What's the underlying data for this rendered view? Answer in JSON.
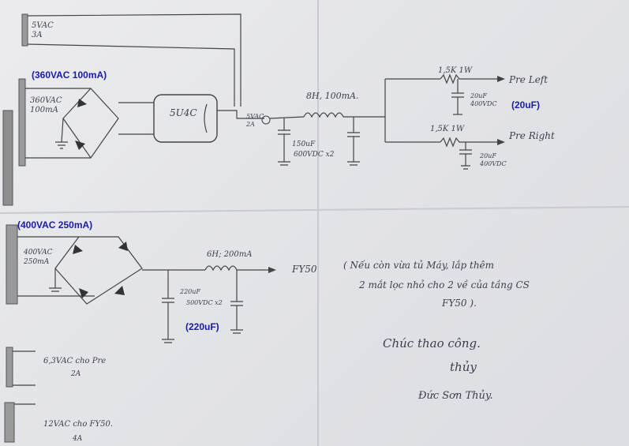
{
  "annotations": {
    "a1": "(360VAC 100mA)",
    "a2": "(20uF)",
    "a3": "(400VAC 250mA)",
    "a4": "(220uF)"
  },
  "labels": {
    "sec_5v": "5VAC",
    "sec_5v_amp": "3A",
    "sec_360_v": "360VAC",
    "sec_360_a": "100mA",
    "tube1": "5U4C",
    "heater_v": "5VAC",
    "heater_a": "2A",
    "choke1": "8H, 100mA.",
    "cap1_v": "150uF",
    "cap1_r": "600VDC x2",
    "res1": "1,5K 1W",
    "res2": "1,5K 1W",
    "pre_left": "Pre Left",
    "pre_right": "Pre Right",
    "cap2_v": "20uF",
    "cap2_r": "400VDC",
    "cap3_v": "20uF",
    "cap3_r": "400VDC",
    "sec_400_v": "400VAC",
    "sec_400_a": "250mA",
    "choke2": "6H; 200mA",
    "fy50": "FY50",
    "cap4_v": "220uF",
    "cap4_r": "500VDC x2",
    "sec_63": "6,3VAC cho Pre",
    "sec_63_a": "2A",
    "sec_12": "12VAC cho FY50.",
    "sec_12_a": "4A",
    "note_1": "( Nếu còn vừa tủ Máy, lắp thêm",
    "note_2": "2 mắt lọc nhỏ cho 2 về của tầng CS",
    "note_3": "FY50 ).",
    "sign_1": "Chúc thao công.",
    "sign_2": "thủy",
    "sign_3": "Đức Sơn Thủy."
  }
}
